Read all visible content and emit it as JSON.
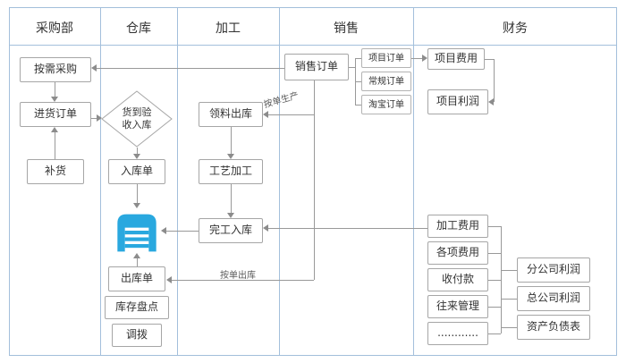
{
  "diagram": {
    "lanes": [
      {
        "label": "采购部"
      },
      {
        "label": "仓库"
      },
      {
        "label": "加工"
      },
      {
        "label": "销售"
      },
      {
        "label": "财务"
      }
    ],
    "nodes": {
      "on_demand_purchase": "按需采购",
      "incoming_order": "进货订单",
      "replenishment": "补货",
      "arrival_inspection": "货到验\n收入库",
      "inbound_slip": "入库单",
      "outbound_slip": "出库单",
      "stock_count": "库存盘点",
      "transfer": "调拨",
      "material_outbound": "领料出库",
      "process_machining": "工艺加工",
      "finish_inbound": "完工入库",
      "sales_order": "销售订单",
      "project_order": "项目订单",
      "regular_order": "常规订单",
      "taobao_order": "淘宝订单",
      "project_expense": "项目费用",
      "project_profit": "项目利润",
      "processing_expense": "加工费用",
      "misc_expense": "各项费用",
      "payments": "收付款",
      "contacts_mgmt": "往来管理",
      "ellipsis": "............",
      "branch_profit": "分公司利润",
      "hq_profit": "总公司利润",
      "balance_sheet": "资产负债表"
    },
    "edge_labels": {
      "produce_per_order": "按单生产",
      "outbound_per_order": "按单出库"
    },
    "colors": {
      "lane_border": "#a3bfdb",
      "box_border": "#a6a6a6",
      "line": "#8c8c8c",
      "text": "#333333",
      "warehouse_icon": "#29a8df"
    }
  }
}
